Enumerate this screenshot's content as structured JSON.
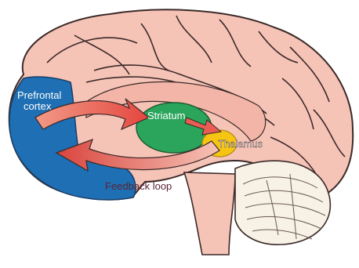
{
  "labels": {
    "prefrontal_line1": "Prefrontal",
    "prefrontal_line2": "cortex",
    "striatum": "Striatum",
    "thalamus": "Thalamus",
    "feedback": "Feedback loop"
  },
  "colors": {
    "brain_fill": "#f6c3b7",
    "brain_outline": "#3b2a28",
    "prefrontal": "#1e6fb3",
    "striatum": "#2aa55b",
    "thalamus": "#f6c514",
    "cerebellum": "#f7f1e6",
    "arrow": "#e85c52",
    "label_light": "#ffffff",
    "label_dark": "#5b2436"
  }
}
